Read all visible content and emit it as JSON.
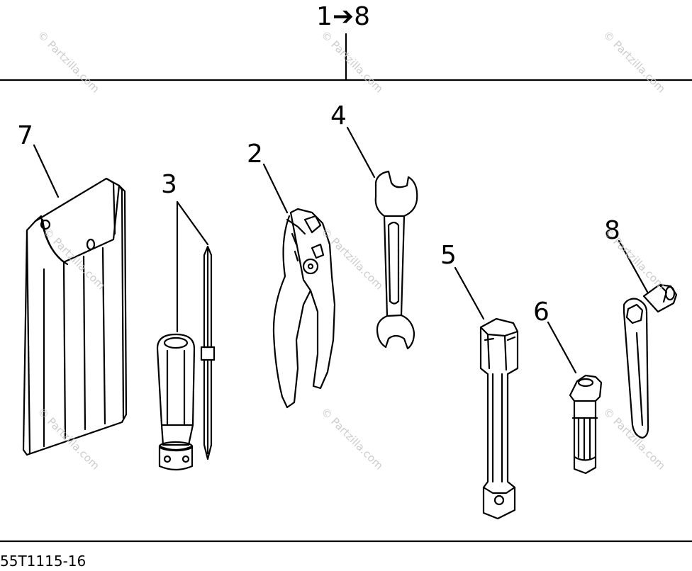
{
  "header": {
    "range_label": "1➔8"
  },
  "callouts": {
    "c1": "7",
    "c2": "3",
    "c3": "2",
    "c4": "4",
    "c5": "5",
    "c6": "6",
    "c7": "8"
  },
  "footer": {
    "diagram_code": "55T1115-16"
  },
  "watermark": {
    "text": "© Partzilla.com"
  },
  "colors": {
    "line": "#000000",
    "background": "#ffffff",
    "watermark": "#c4c4c4"
  }
}
